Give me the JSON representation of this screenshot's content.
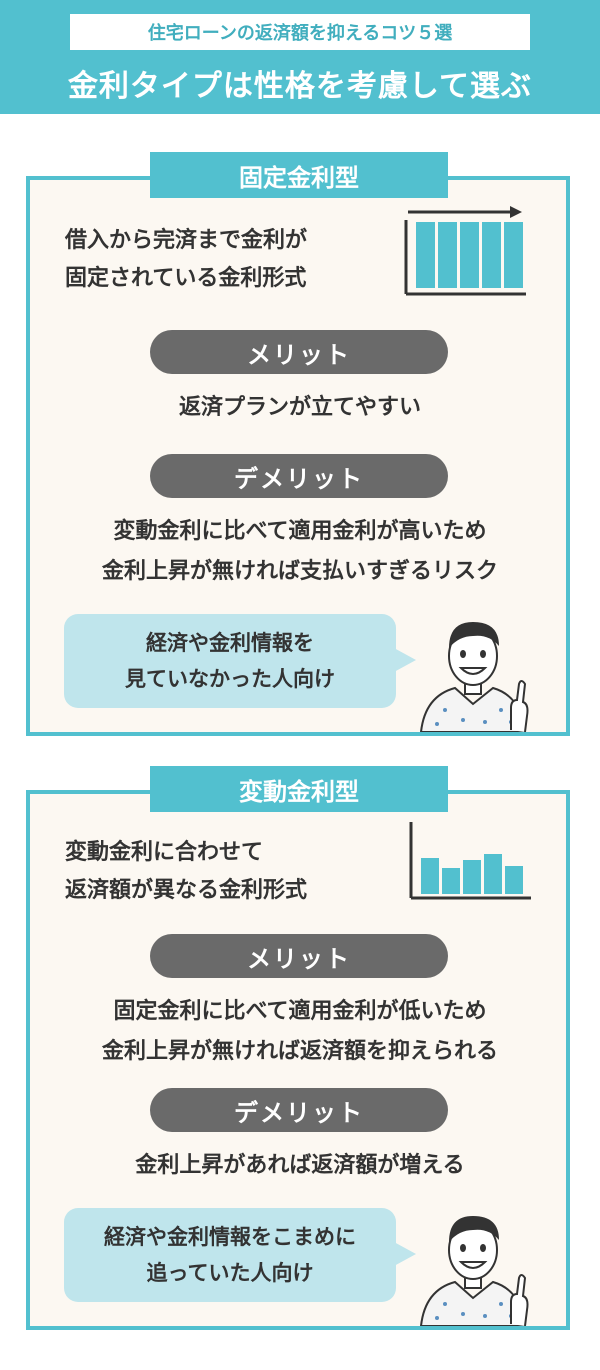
{
  "header": {
    "subtitle": "住宅ローンの返済額を抑えるコツ５選",
    "title": "金利タイプは性格を考慮して選ぶ"
  },
  "fixed": {
    "label": "固定金利型",
    "desc": [
      "借入から完済まで金利が",
      "固定されている金利形式"
    ],
    "merit_label": "メリット",
    "merit": [
      "返済プランが立てやすい"
    ],
    "demerit_label": "デメリット",
    "demerit": [
      "変動金利に比べて適用金利が高いため",
      "金利上昇が無ければ支払いすぎるリスク"
    ],
    "bubble": [
      "経済や金利情報を",
      "見ていなかった人向け"
    ]
  },
  "variable": {
    "label": "変動金利型",
    "desc": [
      "変動金利に合わせて",
      "返済額が異なる金利形式"
    ],
    "merit_label": "メリット",
    "merit": [
      "固定金利に比べて適用金利が低いため",
      "金利上昇が無ければ返済額を抑えられる"
    ],
    "demerit_label": "デメリット",
    "demerit": [
      "金利上昇があれば返済額が増える"
    ],
    "bubble": [
      "経済や金利情報をこまめに",
      "追っていた人向け"
    ]
  },
  "colors": {
    "accent": "#52c0cf",
    "pill": "#6a6a6a",
    "bubble": "#bfe5ec",
    "card_bg": "#fcf8f2"
  },
  "icons": [
    "flat-bar-chart-icon",
    "varying-bar-chart-icon",
    "pointing-man-illustration"
  ]
}
